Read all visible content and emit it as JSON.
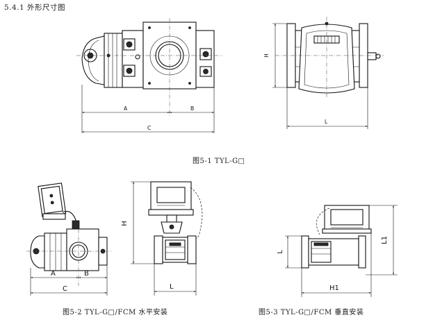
{
  "section_heading": "5.4.1  外形尺寸图",
  "figures": [
    {
      "caption": "图5-1  TYL-G□",
      "dims": {
        "a": "A",
        "b": "B",
        "c": "C",
        "h": "H",
        "l": "L"
      }
    },
    {
      "caption": "图5-2 TYL-G□/FCM 水平安装",
      "dims": {
        "a": "A",
        "b": "B",
        "c": "C",
        "h": "H",
        "l": "L"
      }
    },
    {
      "caption": "图5-3 TYL-G□/FCM 垂直安装",
      "dims": {
        "l": "L",
        "l1": "L1",
        "h1": "H1"
      }
    }
  ]
}
